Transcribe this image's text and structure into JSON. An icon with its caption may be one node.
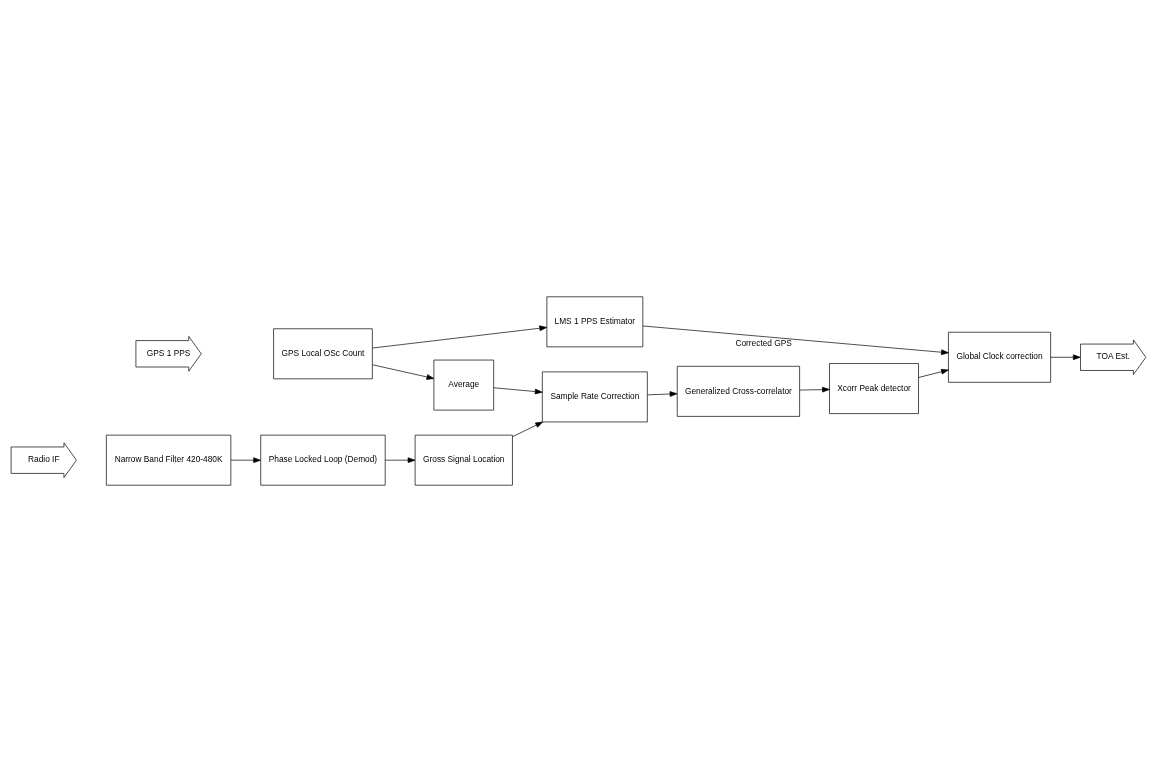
{
  "diagram": {
    "nodes": [
      {
        "text": [
          "GPS 1 PPS"
        ]
      },
      {
        "text": [
          "GPS Local OSc Count"
        ]
      },
      {
        "text": [
          "LMS 1 PPS Estimator"
        ]
      },
      {
        "text": [
          "Average"
        ]
      },
      {
        "text": [
          "Radio IF"
        ]
      },
      {
        "text": [
          "Narrow Band Filter 420-480K"
        ]
      },
      {
        "text": [
          "Phase Locked Loop (Demod)"
        ]
      },
      {
        "text": [
          "Gross Signal Location"
        ]
      },
      {
        "text": [
          "Sample Rate Correction"
        ]
      },
      {
        "text": [
          "Generalized Cross-correlator"
        ]
      },
      {
        "text": [
          "Xcorr Peak detector"
        ]
      },
      {
        "text": [
          "Global Clock correction"
        ]
      },
      {
        "text": [
          "TOA Est."
        ]
      }
    ],
    "edges": [
      {
        "from": 1,
        "to": 2,
        "arrow": "to"
      },
      {
        "from": 1,
        "to": 3,
        "arrow": "to"
      },
      {
        "from": 2,
        "to": 11,
        "arrow": "to",
        "label": "Corrected GPS"
      },
      {
        "from": 3,
        "to": 8,
        "arrow": "to"
      },
      {
        "from": 5,
        "to": 6,
        "arrow": "to"
      },
      {
        "from": 6,
        "to": 7,
        "arrow": "to"
      },
      {
        "from": 7,
        "to": 8,
        "arrow": "to"
      },
      {
        "from": 8,
        "to": 9,
        "arrow": "to"
      },
      {
        "from": 9,
        "to": 10,
        "arrow": "to"
      },
      {
        "from": 10,
        "to": 11,
        "arrow": "to"
      },
      {
        "from": 11,
        "to": 12,
        "arrow": "to"
      }
    ]
  }
}
